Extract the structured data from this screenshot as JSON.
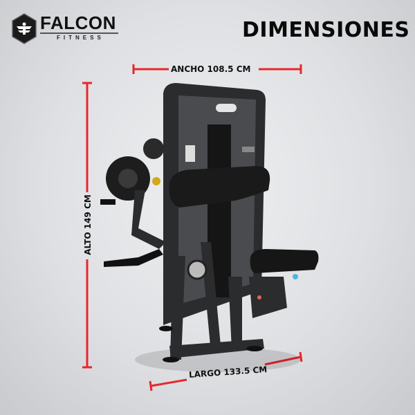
{
  "brand": {
    "name": "FALCON",
    "tagline": "FITNESS"
  },
  "title": "DIMENSIONES",
  "dimensions": {
    "width_label": "ANCHO 108.5 CM",
    "height_label": "ALTO 149 CM",
    "length_label": "LARGO 133.5 CM"
  },
  "colors": {
    "dimension_line": "#e8262d",
    "text": "#111111",
    "machine": "#2b2c2e"
  }
}
